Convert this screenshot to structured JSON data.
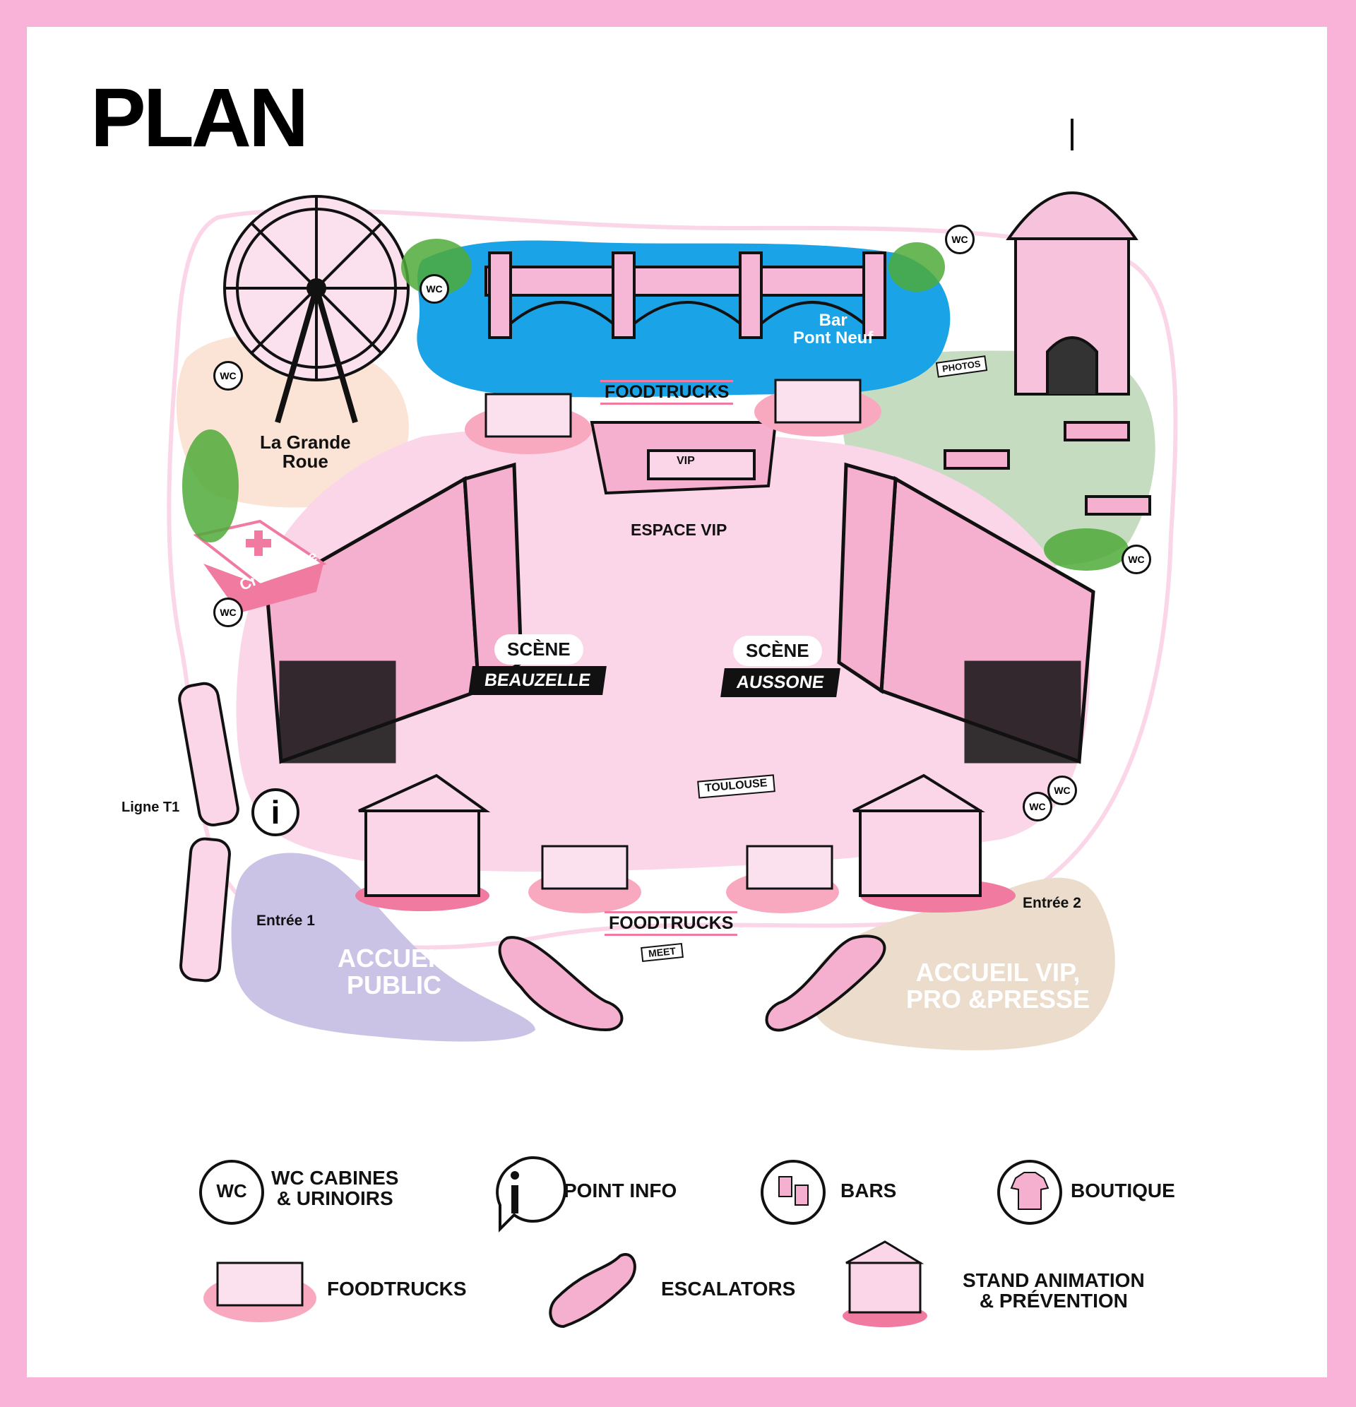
{
  "title": "PLAN",
  "map": {
    "areas": {
      "grande_roue": "La Grande\nRoue",
      "bar_pont_neuf": "Bar\nPont Neuf",
      "croix_rose": "Croix Rose",
      "espace_vip": "ESPACE VIP",
      "ligne_t1": "Ligne T1",
      "entree_1": "Entrée 1",
      "entree_2": "Entrée 2",
      "accueil_public": "ACCUEIL\nPUBLIC",
      "accueil_vip": "ACCUEIL VIP,\nPRO &PRESSE"
    },
    "stages": {
      "beauzelle_top": "SCÈNE",
      "beauzelle_name": "BEAUZELLE",
      "aussone_top": "SCÈNE",
      "aussone_name": "AUSSONE"
    },
    "foodtrucks_label": "FOODTRUCKS",
    "signs": {
      "photos": "PHOTOS",
      "toulouse": "TOULOUSE",
      "meet": "MEET",
      "vip": "VIP"
    },
    "wc_badge": "WC"
  },
  "legend": {
    "wc": "WC CABINES\n& URINOIRS",
    "info": "POINT INFO",
    "bars": "BARS",
    "boutique": "BOUTIQUE",
    "foodtrucks": "FOODTRUCKS",
    "escalators": "ESCALATORS",
    "stand": "STAND ANIMATION\n& PRÉVENTION"
  },
  "colors": {
    "frame": "#f9b3d9",
    "main_area": "#fbd5e8",
    "water": "#1aa3e6",
    "green_area": "#c6dcc0",
    "peach_area": "#fbe3d6",
    "lavender_area": "#cbc3e6",
    "beige_area": "#ecdccc",
    "accent_pink": "#f07aa0"
  }
}
